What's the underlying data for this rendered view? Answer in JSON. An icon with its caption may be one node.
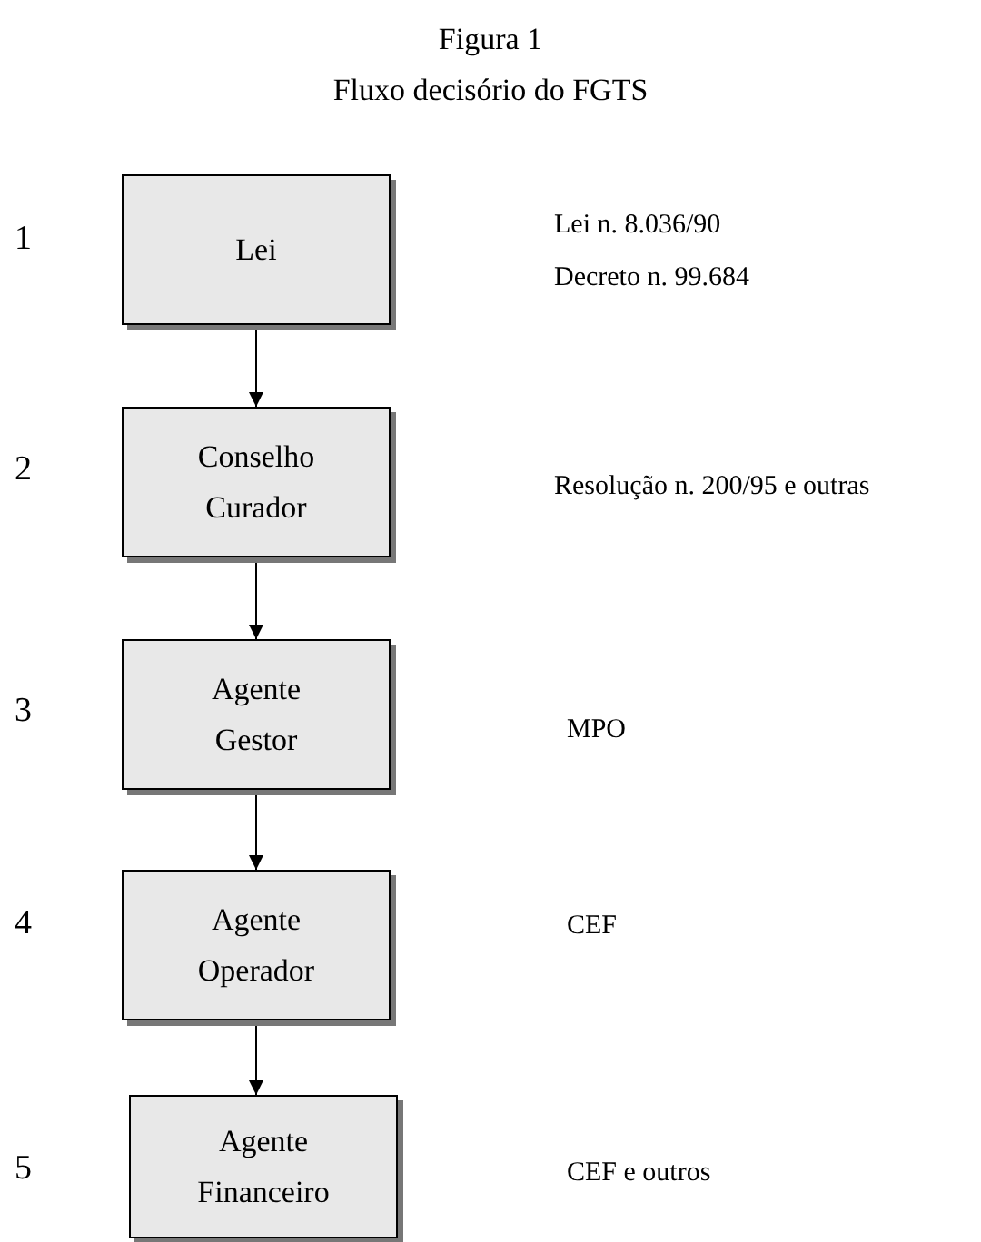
{
  "diagram": {
    "title": "Fluxo decisório do FGTS",
    "nodes": [
      {
        "text": [
          "Lei"
        ]
      },
      {
        "text": [
          "Conselho Curador"
        ]
      },
      {
        "text": [
          "Agente Gestor"
        ]
      },
      {
        "text": [
          "Agente Operador"
        ]
      },
      {
        "text": [
          "Agente Financeiro"
        ]
      }
    ],
    "edges": [
      {
        "from": 0,
        "to": 1,
        "arrow": "to"
      },
      {
        "from": 1,
        "to": 2,
        "arrow": "to"
      },
      {
        "from": 2,
        "to": 3,
        "arrow": "to"
      },
      {
        "from": 3,
        "to": 4,
        "arrow": "to"
      }
    ],
    "labels": [
      "Figura 1",
      "1",
      "Lei n. 8.036/90",
      "Decreto n. 99.684",
      "2",
      "Resolução n. 200/95 e outras",
      "3",
      "MPO",
      "4",
      "CEF",
      "5",
      "CEF e outros"
    ]
  }
}
